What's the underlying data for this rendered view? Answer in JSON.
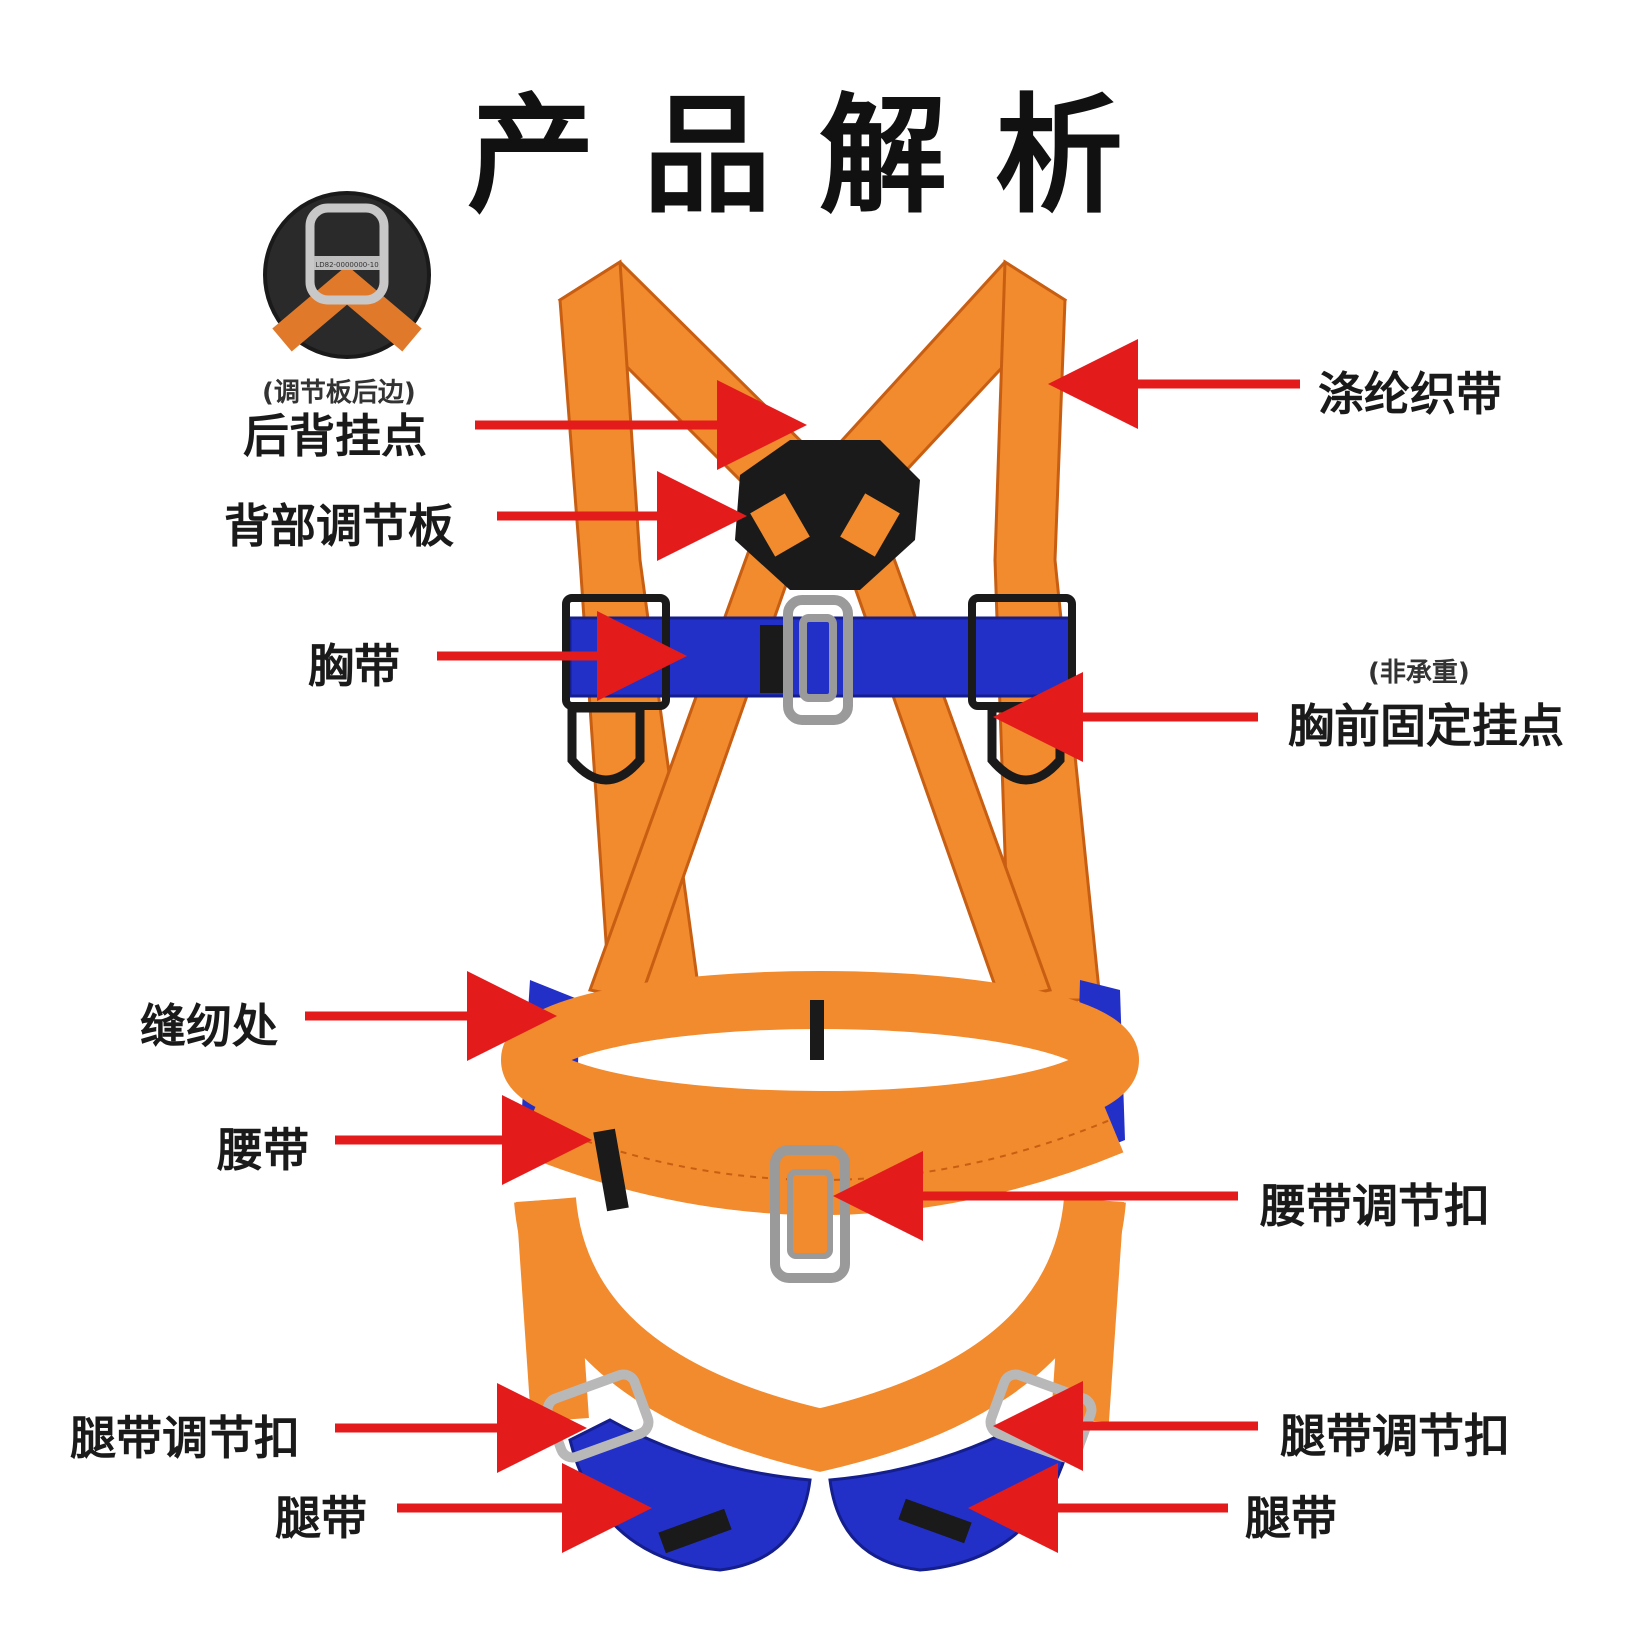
{
  "title": "产品解析",
  "colors": {
    "orange_webbing": "#F28A2E",
    "blue_webbing": "#2330C8",
    "arrow_red": "#E31B1B",
    "buckle_gray": "#9A9A9A",
    "black_plate": "#1A1A1A"
  },
  "labels": {
    "rear_attachment_note": "(调节板后边)",
    "rear_attachment": "后背挂点",
    "back_plate": "背部调节板",
    "chest_strap": "胸带",
    "stitching": "缝纫处",
    "waist_belt": "腰带",
    "leg_buckle_left": "腿带调节扣",
    "leg_strap_left": "腿带",
    "polyester_webbing": "涤纶织带",
    "non_load_note": "(非承重)",
    "chest_fixed_point": "胸前固定挂点",
    "waist_buckle": "腰带调节扣",
    "leg_buckle_right": "腿带调节扣",
    "leg_strap_right": "腿带"
  },
  "inset": {
    "stamp_text": "LD82-0000000-10"
  }
}
